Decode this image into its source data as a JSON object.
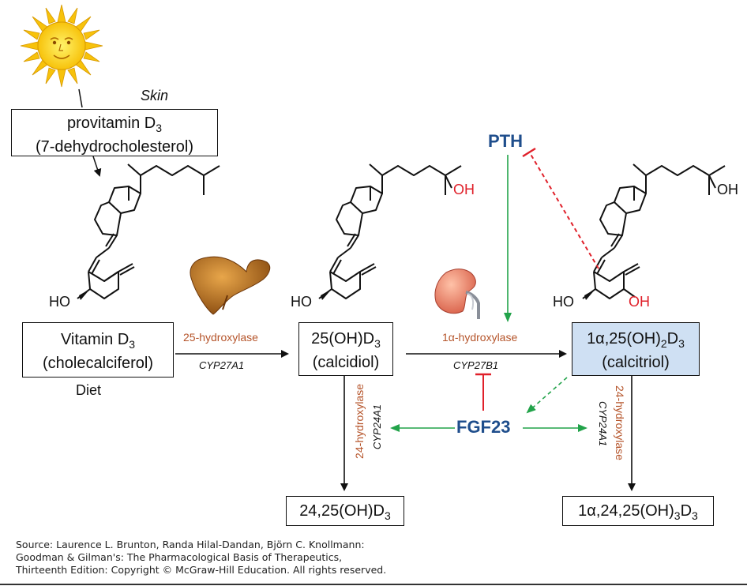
{
  "skin_label": "Skin",
  "diet_label": "Diet",
  "provitamin": {
    "line1_pre": "provitamin D",
    "line1_sub": "3",
    "line2": "(7-dehydrocholesterol)"
  },
  "vitamin_d3": {
    "line1_pre": "Vitamin D",
    "line1_sub": "3",
    "line2": "(cholecalciferol)"
  },
  "calcidiol": {
    "line1_pre": "25(OH)D",
    "line1_sub": "3",
    "line2": "(calcidiol)"
  },
  "calcitriol": {
    "line1_a": "1α,25(OH)",
    "line1_sub1": "2",
    "line1_b": "D",
    "line1_sub2": "3",
    "line2": "(calcitriol)"
  },
  "product_2425": {
    "pre": "24,25(OH)D",
    "sub": "3"
  },
  "product_12425": {
    "pre": "1α,24,25(OH)",
    "sub1": "3",
    "mid": "D",
    "sub2": "3"
  },
  "enzymes": {
    "hydroxylase25": "25-hydroxylase",
    "cyp27a1": "CYP27A1",
    "hydroxylase1a": "1α-hydroxylase",
    "cyp27b1": "CYP27B1",
    "hydroxylase24_left": "24-hydroxylase",
    "cyp24a1_left": "CYP24A1",
    "hydroxylase24_right": "24-hydroxylase",
    "cyp24a1_right": "CYP24A1"
  },
  "regulators": {
    "pth": "PTH",
    "fgf23": "FGF23"
  },
  "chem_labels": {
    "ho": "HO",
    "oh": "OH"
  },
  "footer": {
    "line1": "Source: Laurence L. Brunton, Randa Hilal-Dandan, Björn C. Knollmann:",
    "line2": "Goodman & Gilman's: The Pharmacological Basis of Therapeutics,",
    "line3": "Thirteenth Edition: Copyright © McGraw-Hill Education. All rights reserved."
  },
  "colors": {
    "accent_blue": "#1f4e8c",
    "enzyme_brown": "#b5542a",
    "activation_green": "#22a34a",
    "inhibition_red": "#e0202a",
    "calcitriol_fill": "#cfe0f3"
  }
}
